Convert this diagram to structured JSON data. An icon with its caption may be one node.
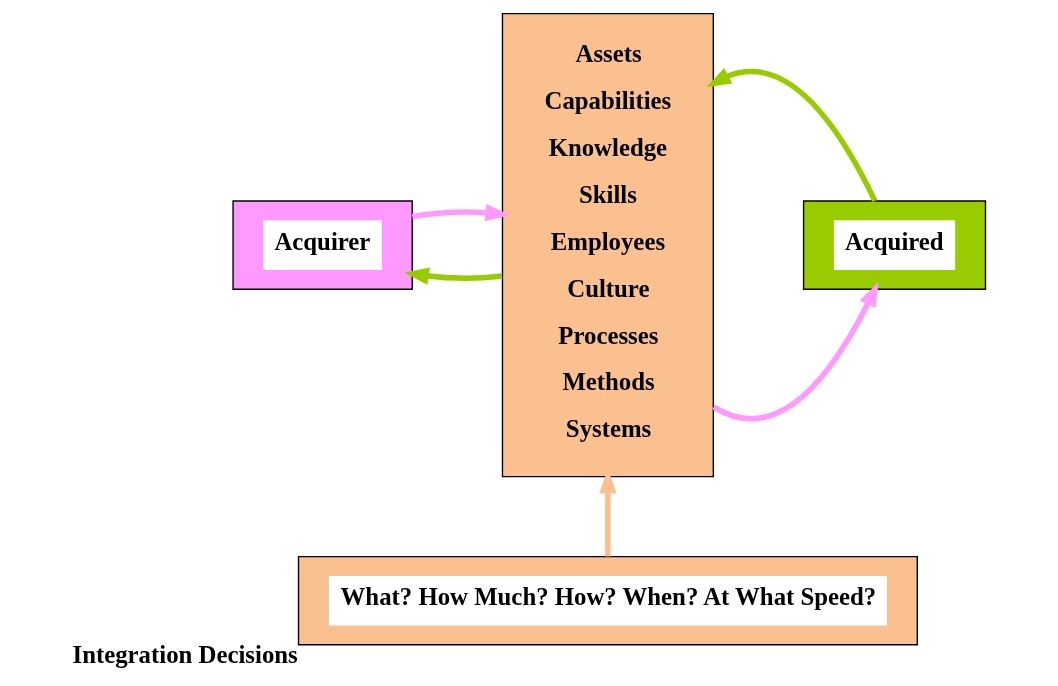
{
  "diagram": {
    "nodes": [
      {
        "text": [
          "Acquirer"
        ]
      },
      {
        "text": [
          "Assets",
          "Capabilities",
          "Knowledge",
          "Skills",
          "Employees",
          "Culture",
          "Processes",
          "Methods",
          "Systems"
        ]
      },
      {
        "text": [
          "Acquired"
        ]
      },
      {
        "text": [
          "What? How Much? How? When? At What Speed?"
        ],
        "beside": [
          "Integration Decisions"
        ]
      }
    ],
    "edges": [
      {
        "from": 0,
        "to": 1,
        "arrow": "to",
        "color": "#ff99ff"
      },
      {
        "from": 1,
        "to": 0,
        "arrow": "to",
        "color": "#99cc00"
      },
      {
        "from": 2,
        "to": 1,
        "arrow": "to",
        "color": "#99cc00"
      },
      {
        "from": 1,
        "to": 2,
        "arrow": "to",
        "color": "#ff99ff"
      },
      {
        "from": 3,
        "to": 1,
        "arrow": "to",
        "color": "#fac090"
      }
    ]
  }
}
